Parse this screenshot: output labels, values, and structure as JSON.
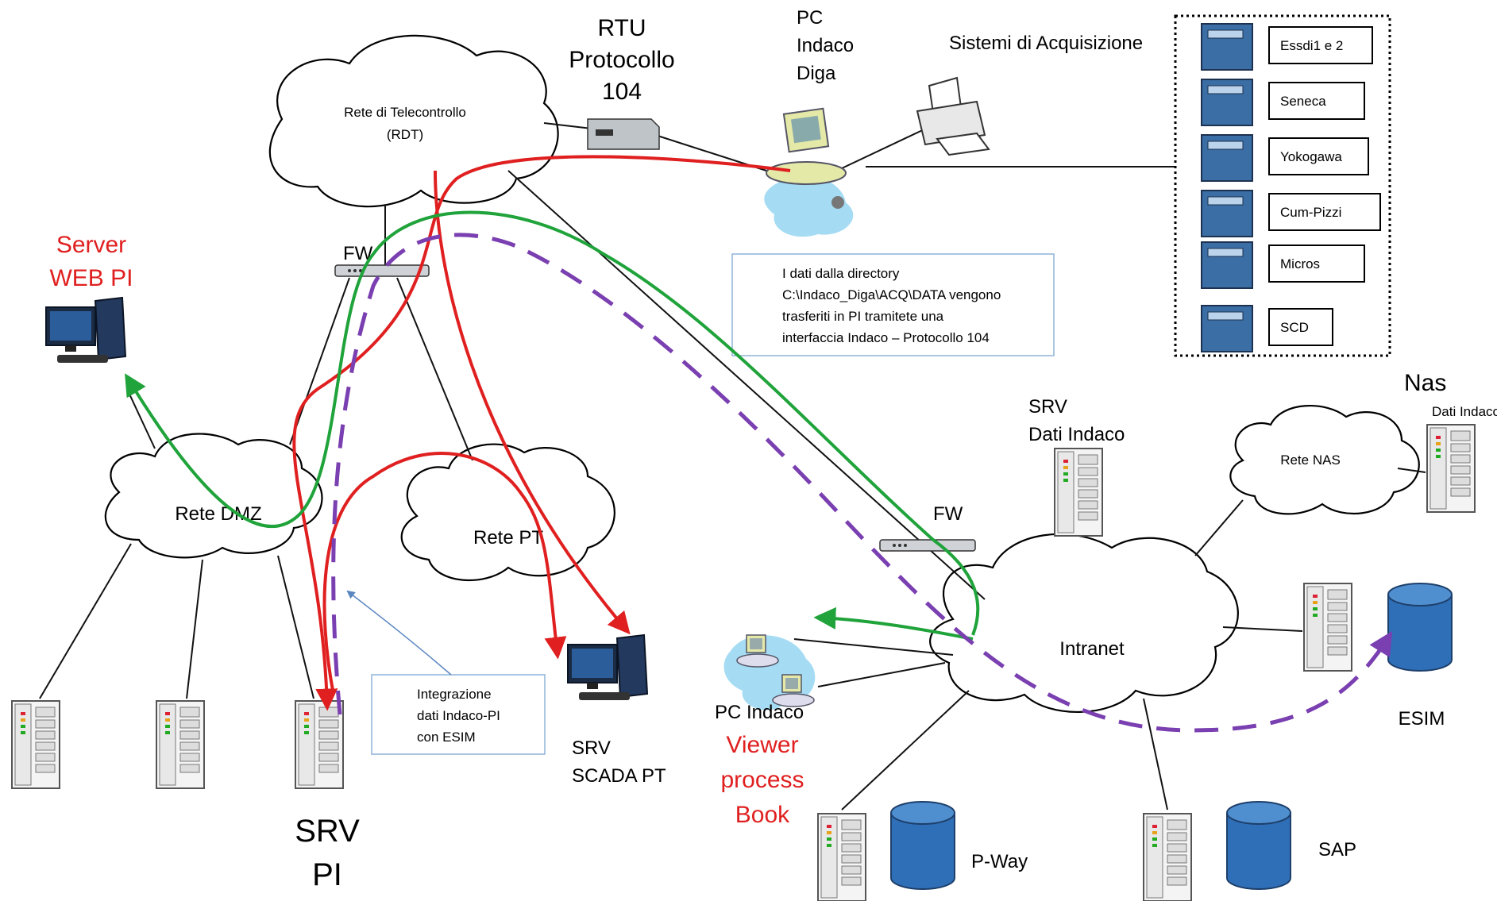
{
  "labels": {
    "rdt": "Rete di Telecontrollo",
    "rdt2": "(RDT)",
    "rtu1": "RTU",
    "rtu2": "Protocollo",
    "rtu3": "104",
    "pc1": "PC",
    "pc2": "Indaco",
    "pc3": "Diga",
    "sistemi": "Sistemi di Acquisizione",
    "server1": "Server",
    "server2": "WEB PI",
    "fw1": "FW",
    "fw2": "FW",
    "dmz": "Rete DMZ",
    "pt": "Rete PT",
    "intranet": "Intranet",
    "nas_title": "Nas",
    "nas_sub": "Dati Indaco",
    "rete_nas": "Rete NAS",
    "srv_dati1": "SRV",
    "srv_dati2": "Dati Indaco",
    "srvpi1": "SRV",
    "srvpi2": "PI",
    "scada1": "SRV",
    "scada2": "SCADA PT",
    "pcindaco": "PC Indaco",
    "viewer1": "Viewer",
    "viewer2": "process",
    "viewer3": "Book",
    "esim": "ESIM",
    "pway": "P-Way",
    "sap": "SAP"
  },
  "acquisition_systems": [
    "Essdi1 e 2",
    "Seneca",
    "Yokogawa",
    "Cum-Pizzi",
    "Micros",
    "SCD"
  ],
  "note_transfer": [
    "I  dati dalla directory",
    "C:\\Indaco_Diga\\ACQ\\DATA vengono",
    "trasferiti in PI tramitete una",
    "interfaccia Indaco – Protocollo 104"
  ],
  "note_integration": [
    "Integrazione",
    "dati Indaco-PI",
    "con ESIM"
  ],
  "colors": {
    "red_flow": "#e02020",
    "green_flow": "#1fa33a",
    "purple_flow": "#7a3fb0",
    "blue_flow": "#5b86c0",
    "system_blue": "#3a6ea5",
    "db_blue": "#2f6fb8"
  }
}
